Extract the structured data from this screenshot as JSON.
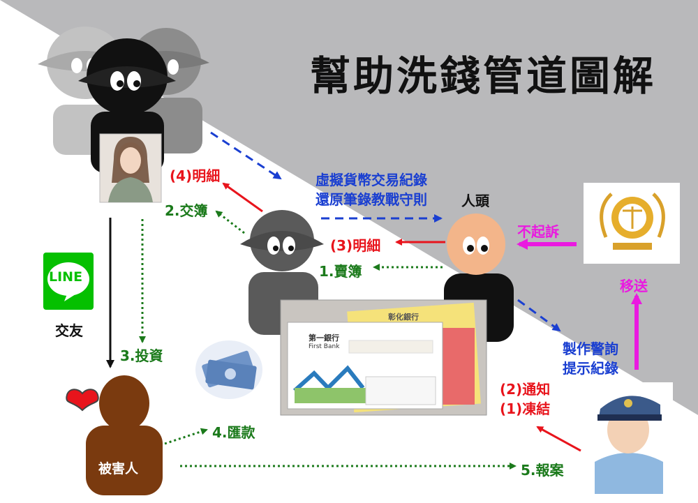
{
  "title": "幫助洗錢管道圖解",
  "colors": {
    "gray_band": "#b9b9bb",
    "red": "#e8141c",
    "green": "#1b7a1b",
    "blue": "#1a3fd1",
    "magenta": "#ea1ae0",
    "victim_brown": "#7a3a0f",
    "line_green": "#05c000"
  },
  "labels": {
    "detail_4": "(4)明細",
    "book_2": "2.交簿",
    "crypto_line1": "虛擬貨幣交易紀錄",
    "crypto_line2": "還原筆錄教戰守則",
    "nominee": "人頭",
    "no_prosecution": "不起訴",
    "detail_3": "(3)明細",
    "sell_book_1": "1.賣簿",
    "transfer": "移送",
    "make_record_line1": "製作警詢",
    "make_record_line2": "提示紀錄",
    "notify_2": "(2)通知",
    "freeze_1": "(1)凍結",
    "friend": "交友",
    "invest_3": "3.投資",
    "remit_4": "4.匯款",
    "report_5": "5.報案",
    "victim": "被害人"
  },
  "line_app": {
    "text": "LINE"
  },
  "bank_books": {
    "first_bank_cn": "第一銀行",
    "first_bank_en": "First Bank",
    "changhua_bank": "彰化銀行"
  },
  "icons": {
    "boss": "hat-man-boss-icon",
    "collector": "hat-man-collector-icon",
    "nominee": "bald-person-icon",
    "court": "judicial-emblem-icon",
    "police": "police-officer-icon",
    "victim": "victim-person-icon",
    "heart": "heart-icon",
    "money": "banknotes-icon",
    "photo": "woman-photo-icon"
  }
}
